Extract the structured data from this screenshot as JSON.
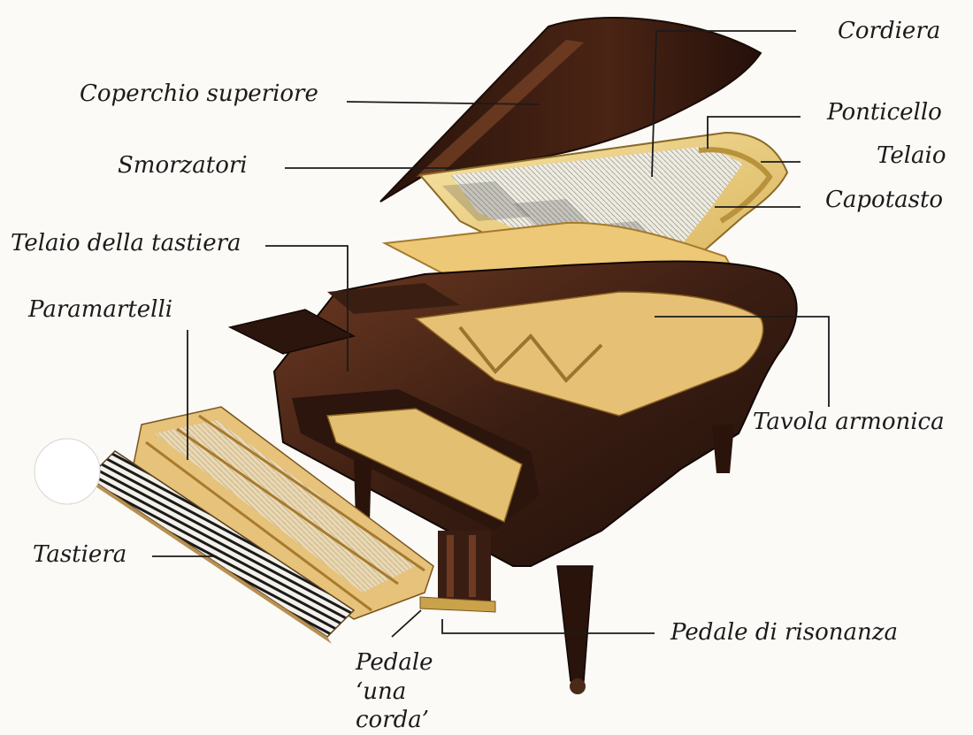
{
  "labels": {
    "cordiera": "Cordiera",
    "coperchio": "Coperchio superiore",
    "ponticello": "Ponticello",
    "telaio": "Telaio",
    "smorzatori": "Smorzatori",
    "capotasto": "Capotasto",
    "telaio_tastiera": "Telaio della tastiera",
    "paramartelli": "Paramartelli",
    "tavola_armonica": "Tavola armonica",
    "tastiera": "Tastiera",
    "pedale_risonanza": "Pedale di risonanza",
    "pedale_una_corda_line1": "Pedale",
    "pedale_una_corda_line2": "‘una corda’"
  },
  "colors": {
    "case": "#3a1d12",
    "case_highlight": "#6e3a22",
    "wood_light": "#f0d58a",
    "wood_mid": "#d9b35a",
    "leader_line": "#1b1b1b",
    "background": "#fbfaf6"
  }
}
